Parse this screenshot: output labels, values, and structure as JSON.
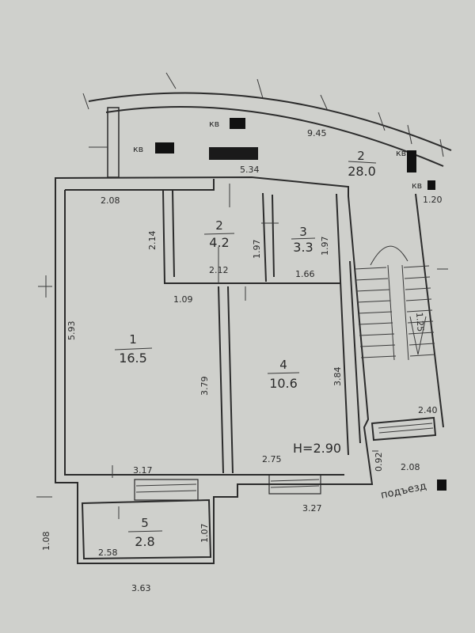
{
  "plan": {
    "ceiling_height": "H=2.90",
    "entrance_label": "подъезд",
    "neighbor_labels": [
      "кв",
      "кв",
      "кв",
      "кв"
    ],
    "dimensions": [
      "9.45",
      "5.34",
      "2.08",
      "2.14",
      "1.97",
      "1.97",
      "2.12",
      "1.66",
      "1.09",
      "5.93",
      "3.79",
      "3.84",
      "1.25",
      "1.20",
      "2.40",
      "0.92",
      "2.08",
      "3.17",
      "2.75",
      "3.27",
      "1.08",
      "1.07",
      "2.58",
      "3.63"
    ],
    "rooms": [
      {
        "number": "1",
        "area": "16.5"
      },
      {
        "number": "2",
        "area": "4.2"
      },
      {
        "number": "3",
        "area": "3.3"
      },
      {
        "number": "4",
        "area": "10.6"
      },
      {
        "number": "5",
        "area": "2.8"
      }
    ],
    "corridor": {
      "number": "2",
      "area": "28.0"
    }
  }
}
